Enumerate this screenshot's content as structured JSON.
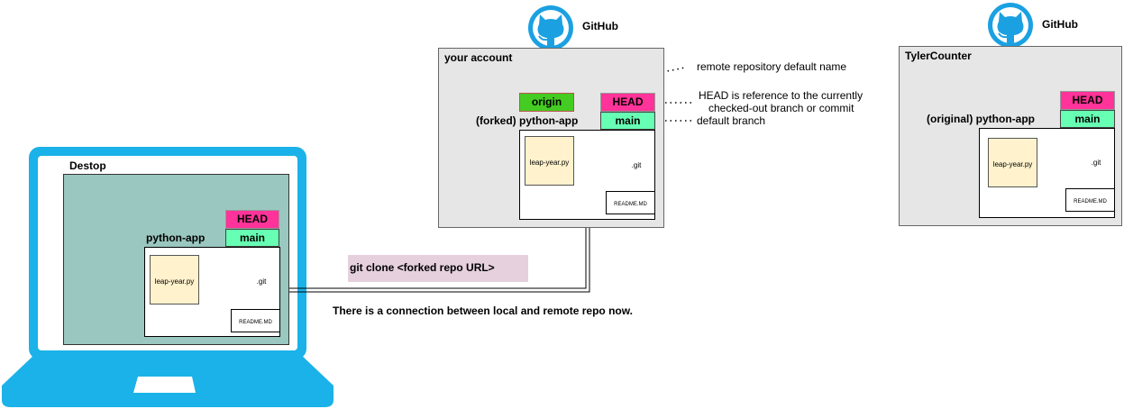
{
  "desktop": {
    "label": "Destop",
    "repo_name": "python-app",
    "head_label": "HEAD",
    "branch_label": "main",
    "file_label": "leap-year.py",
    "git_label": ".git",
    "readme_label": "README.MD"
  },
  "clone_command": "git clone <forked repo URL>",
  "connection_note": "There is a connection between local and remote repo now.",
  "github_your": {
    "brand": "GitHub",
    "account_label": "your account",
    "origin_label": "origin",
    "repo_name": "(forked) python-app",
    "head_label": "HEAD",
    "branch_label": "main",
    "file_label": "leap-year.py",
    "git_label": ".git",
    "readme_label": "README.MD"
  },
  "annotations": {
    "origin_note": "remote repository default name",
    "head_note_line1": "HEAD is reference to the currently",
    "head_note_line2": "checked-out branch or commit",
    "main_note": "default branch"
  },
  "github_original": {
    "brand": "GitHub",
    "account_label": "TylerCounter",
    "repo_name": "(original) python-app",
    "head_label": "HEAD",
    "branch_label": "main",
    "file_label": "leap-year.py",
    "git_label": ".git",
    "readme_label": "README.MD"
  },
  "colors": {
    "laptop": "#1ab2e8",
    "desktop_bg": "#9ac7bf",
    "head": "#ff3399",
    "main": "#66ffb3",
    "origin": "#44cc22",
    "git_db": "#ff4da6",
    "file": "#fff2cc",
    "clone_bg": "#e6d0de",
    "github_icon": "#1ba1e2"
  }
}
